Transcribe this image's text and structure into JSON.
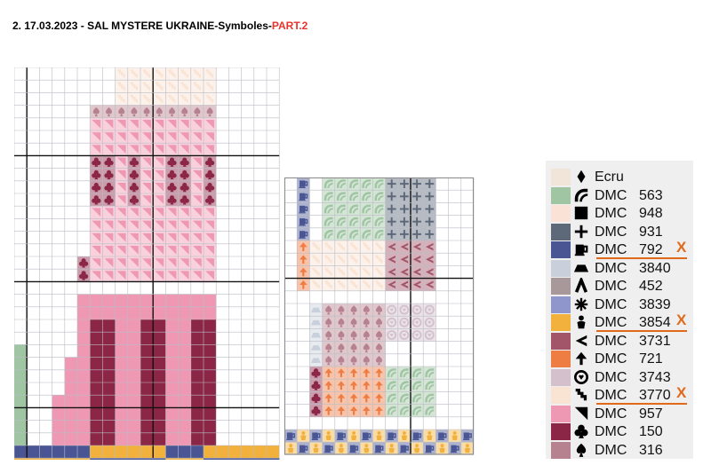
{
  "title": {
    "prefix": "2. 17.03.2023 - SAL MYSTERE UKRAINE-Symboles-",
    "highlight": "PART.2",
    "highlight_color": "#e8332c"
  },
  "legend": {
    "strike_color": "#e06a1a",
    "done_mark": "X",
    "items": [
      {
        "name": "Ecru",
        "brand": "",
        "code": "",
        "swatch": "#f1e4d8",
        "symbol": "diamond-icon",
        "done": false
      },
      {
        "name": "DMC 563",
        "brand": "DMC",
        "code": "563",
        "swatch": "#9fc5a3",
        "symbol": "quarter-arc-icon",
        "done": false
      },
      {
        "name": "DMC 948",
        "brand": "DMC",
        "code": "948",
        "swatch": "#fbe2d6",
        "symbol": "solid-square-icon",
        "done": false
      },
      {
        "name": "DMC 931",
        "brand": "DMC",
        "code": "931",
        "swatch": "#5d6879",
        "symbol": "cross-icon",
        "done": false
      },
      {
        "name": "DMC 792",
        "brand": "DMC",
        "code": "792",
        "swatch": "#4a5694",
        "symbol": "mug-icon",
        "done": true
      },
      {
        "name": "DMC 3840",
        "brand": "DMC",
        "code": "3840",
        "swatch": "#c9d0dc",
        "symbol": "trapezoid-icon",
        "done": false
      },
      {
        "name": "DMC 452",
        "brand": "DMC",
        "code": "452",
        "swatch": "#a8989a",
        "symbol": "lambda-icon",
        "done": false
      },
      {
        "name": "DMC 3839",
        "brand": "DMC",
        "code": "3839",
        "swatch": "#8e96cb",
        "symbol": "asterisk-icon",
        "done": false
      },
      {
        "name": "DMC 3854",
        "brand": "DMC",
        "code": "3854",
        "swatch": "#f2b13c",
        "symbol": "person-icon",
        "done": true
      },
      {
        "name": "DMC 3731",
        "brand": "DMC",
        "code": "3731",
        "swatch": "#a25568",
        "symbol": "chevron-left-icon",
        "done": false
      },
      {
        "name": "DMC 721",
        "brand": "DMC",
        "code": "721",
        "swatch": "#ee7d44",
        "symbol": "arrow-up-icon",
        "done": false
      },
      {
        "name": "DMC 3743",
        "brand": "DMC",
        "code": "3743",
        "swatch": "#d3c0cc",
        "symbol": "heart-ring-icon",
        "done": false
      },
      {
        "name": "DMC 3770",
        "brand": "DMC",
        "code": "3770",
        "swatch": "#f9e3d3",
        "symbol": "stairs-icon",
        "done": true
      },
      {
        "name": "DMC 957",
        "brand": "DMC",
        "code": "957",
        "swatch": "#ef98b4",
        "symbol": "corner-triangle-icon",
        "done": false
      },
      {
        "name": "DMC 150",
        "brand": "DMC",
        "code": "150",
        "swatch": "#8c2646",
        "symbol": "club-icon",
        "done": false
      },
      {
        "name": "DMC 316",
        "brand": "DMC",
        "code": "316",
        "swatch": "#b7828f",
        "symbol": "spade-icon",
        "done": false
      }
    ]
  }
}
